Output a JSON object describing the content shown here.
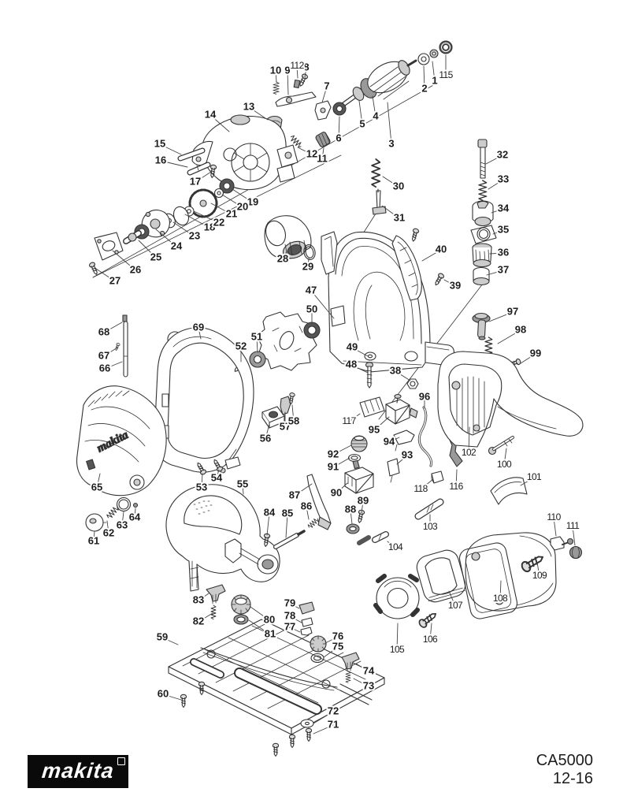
{
  "footer": {
    "logo_text": "makita",
    "model": "CA5000",
    "date_code": "12-16"
  },
  "cover_logo_text": "makita",
  "colors": {
    "line": "#333333",
    "label": "#1c1c1c",
    "logo_bg": "#0a0a0a"
  },
  "callouts": [
    [
      "1",
      552,
      103,
      549,
      78,
      0
    ],
    [
      "2",
      539,
      113,
      538,
      84,
      0
    ],
    [
      "3",
      497,
      183,
      492,
      130,
      0
    ],
    [
      "4",
      477,
      148,
      473,
      122,
      0
    ],
    [
      "5",
      460,
      158,
      456,
      128,
      0
    ],
    [
      "6",
      430,
      176,
      431,
      148,
      0
    ],
    [
      "7",
      415,
      110,
      409,
      130,
      0
    ],
    [
      "8",
      389,
      86,
      387,
      98,
      0
    ],
    [
      "9",
      365,
      90,
      366,
      120,
      0
    ],
    [
      "10",
      350,
      90,
      351,
      104,
      0
    ],
    [
      "11",
      409,
      202,
      411,
      188,
      0
    ],
    [
      "12",
      396,
      196,
      380,
      188,
      0
    ],
    [
      "13",
      316,
      136,
      340,
      152,
      0
    ],
    [
      "14",
      267,
      146,
      291,
      167,
      0
    ],
    [
      "15",
      203,
      183,
      230,
      196,
      0
    ],
    [
      "16",
      204,
      204,
      238,
      212,
      0
    ],
    [
      "17",
      248,
      231,
      268,
      218,
      0
    ],
    [
      "18",
      266,
      289,
      235,
      272,
      0
    ],
    [
      "19",
      321,
      257,
      295,
      240,
      0
    ],
    [
      "20",
      308,
      263,
      282,
      247,
      0
    ],
    [
      "21",
      294,
      272,
      268,
      258,
      0
    ],
    [
      "22",
      278,
      283,
      246,
      268,
      0
    ],
    [
      "23",
      247,
      300,
      220,
      282,
      0
    ],
    [
      "24",
      224,
      313,
      198,
      291,
      0
    ],
    [
      "25",
      198,
      327,
      176,
      305,
      0
    ],
    [
      "26",
      172,
      343,
      143,
      318,
      0
    ],
    [
      "27",
      146,
      357,
      122,
      341,
      0
    ],
    [
      "28",
      359,
      329,
      364,
      319,
      0
    ],
    [
      "29",
      391,
      339,
      392,
      328,
      0
    ],
    [
      "30",
      506,
      237,
      486,
      224,
      0
    ],
    [
      "31",
      507,
      277,
      485,
      261,
      0
    ],
    [
      "32",
      638,
      197,
      617,
      208,
      0
    ],
    [
      "33",
      639,
      228,
      620,
      240,
      0
    ],
    [
      "34",
      639,
      265,
      624,
      270,
      0
    ],
    [
      "35",
      639,
      292,
      626,
      297,
      0
    ],
    [
      "36",
      639,
      321,
      622,
      322,
      0
    ],
    [
      "37",
      639,
      343,
      618,
      349,
      0
    ],
    [
      "38",
      502,
      471,
      521,
      483,
      0
    ],
    [
      "39",
      578,
      363,
      564,
      355,
      0
    ],
    [
      "40",
      560,
      317,
      536,
      331,
      0
    ],
    [
      "47",
      395,
      369,
      424,
      404,
      0
    ],
    [
      "48",
      446,
      463,
      467,
      473,
      0
    ],
    [
      "49",
      447,
      441,
      467,
      452,
      0
    ],
    [
      "50",
      396,
      393,
      396,
      411,
      0
    ],
    [
      "51",
      326,
      428,
      327,
      447,
      0
    ],
    [
      "52",
      306,
      440,
      306,
      459,
      0
    ],
    [
      "53",
      256,
      619,
      257,
      601,
      0
    ],
    [
      "54",
      275,
      607,
      278,
      596,
      0
    ],
    [
      "55",
      308,
      615,
      309,
      627,
      0
    ],
    [
      "56",
      337,
      557,
      342,
      538,
      0
    ],
    [
      "57",
      362,
      542,
      362,
      523,
      0
    ],
    [
      "58",
      373,
      535,
      371,
      514,
      0
    ],
    [
      "59",
      206,
      809,
      226,
      818,
      0
    ],
    [
      "60",
      207,
      881,
      230,
      888,
      0
    ],
    [
      "61",
      119,
      687,
      120,
      674,
      0
    ],
    [
      "62",
      138,
      677,
      136,
      661,
      0
    ],
    [
      "63",
      155,
      667,
      157,
      649,
      0
    ],
    [
      "64",
      171,
      657,
      172,
      645,
      0
    ],
    [
      "65",
      123,
      619,
      127,
      601,
      0
    ],
    [
      "66",
      133,
      468,
      155,
      459,
      0
    ],
    [
      "67",
      132,
      452,
      149,
      441,
      0
    ],
    [
      "68",
      132,
      422,
      155,
      409,
      0
    ],
    [
      "69",
      252,
      416,
      255,
      430,
      0
    ],
    [
      "71",
      423,
      920,
      398,
      931,
      0
    ],
    [
      "72",
      423,
      903,
      398,
      918,
      0
    ],
    [
      "73",
      468,
      871,
      449,
      861,
      0
    ],
    [
      "74",
      468,
      852,
      452,
      842,
      0
    ],
    [
      "75",
      429,
      821,
      411,
      834,
      0
    ],
    [
      "76",
      429,
      808,
      413,
      816,
      0
    ],
    [
      "77",
      368,
      796,
      381,
      802,
      0
    ],
    [
      "78",
      368,
      782,
      383,
      790,
      0
    ],
    [
      "79",
      368,
      766,
      380,
      772,
      0
    ],
    [
      "80",
      342,
      787,
      318,
      770,
      0
    ],
    [
      "81",
      343,
      805,
      316,
      787,
      0
    ],
    [
      "82",
      252,
      789,
      270,
      778,
      0
    ],
    [
      "83",
      252,
      762,
      265,
      753,
      0
    ],
    [
      "84",
      342,
      651,
      339,
      679,
      0
    ],
    [
      "85",
      365,
      652,
      363,
      682,
      0
    ],
    [
      "86",
      389,
      643,
      392,
      659,
      0
    ],
    [
      "87",
      374,
      629,
      396,
      614,
      0
    ],
    [
      "88",
      445,
      647,
      447,
      665,
      0
    ],
    [
      "89",
      461,
      636,
      459,
      651,
      0
    ],
    [
      "90",
      427,
      626,
      441,
      613,
      0
    ],
    [
      "91",
      423,
      593,
      444,
      581,
      0
    ],
    [
      "92",
      423,
      577,
      446,
      565,
      0
    ],
    [
      "93",
      517,
      578,
      504,
      589,
      0
    ],
    [
      "94",
      494,
      561,
      507,
      555,
      0
    ],
    [
      "95",
      475,
      546,
      494,
      529,
      0
    ],
    [
      "96",
      539,
      504,
      539,
      518,
      0
    ],
    [
      "97",
      651,
      396,
      621,
      408,
      0
    ],
    [
      "98",
      661,
      419,
      632,
      436,
      0
    ],
    [
      "99",
      680,
      449,
      661,
      461,
      0
    ],
    [
      "100",
      640,
      590,
      643,
      569,
      1
    ],
    [
      "101",
      678,
      606,
      661,
      616,
      1
    ],
    [
      "102",
      595,
      575,
      596,
      542,
      1
    ],
    [
      "103",
      546,
      669,
      546,
      653,
      1
    ],
    [
      "104",
      502,
      695,
      492,
      687,
      1
    ],
    [
      "105",
      504,
      825,
      505,
      791,
      1
    ],
    [
      "106",
      546,
      812,
      548,
      791,
      1
    ],
    [
      "107",
      578,
      769,
      570,
      750,
      1
    ],
    [
      "108",
      635,
      760,
      636,
      737,
      1
    ],
    [
      "109",
      685,
      731,
      682,
      714,
      1
    ],
    [
      "110",
      703,
      657,
      706,
      680,
      1
    ],
    [
      "111",
      727,
      668,
      730,
      692,
      1
    ],
    [
      "112",
      377,
      84,
      378,
      99,
      1
    ],
    [
      "115",
      566,
      96,
      566,
      70,
      1
    ],
    [
      "116",
      579,
      618,
      580,
      596,
      1
    ],
    [
      "117",
      443,
      535,
      457,
      525,
      1
    ],
    [
      "118",
      534,
      621,
      550,
      608,
      1
    ]
  ]
}
